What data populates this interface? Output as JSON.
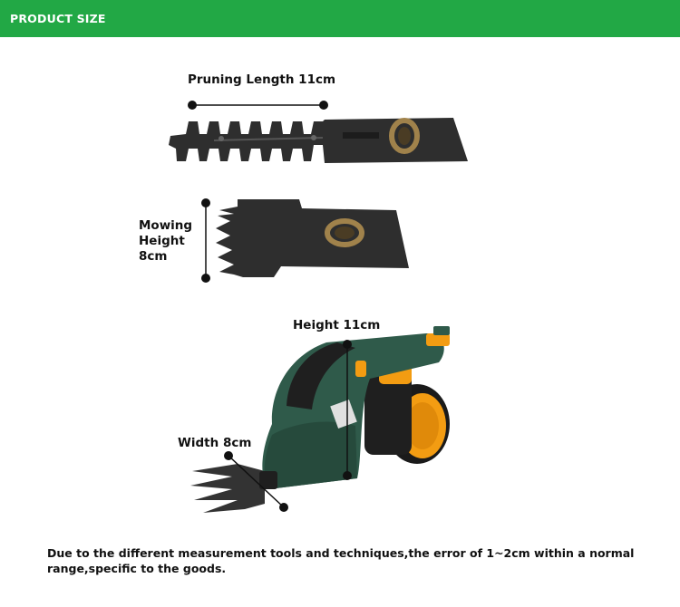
{
  "banner": {
    "title": "PRODUCT SIZE",
    "color": "#22a845"
  },
  "dimensions": {
    "pruning_length": "Pruning Length 11cm",
    "mowing_height": [
      "Mowing",
      "Height",
      "8cm"
    ],
    "height": "Height 11cm",
    "width": "Width 8cm"
  },
  "colors": {
    "blade": "#2e2e2e",
    "body": "#2f5a4a",
    "accent": "#f39c12",
    "marker": "#111111"
  },
  "note": "Due to the different measurement tools and techniques,the error of 1~2cm within a normal range,specific to the goods."
}
